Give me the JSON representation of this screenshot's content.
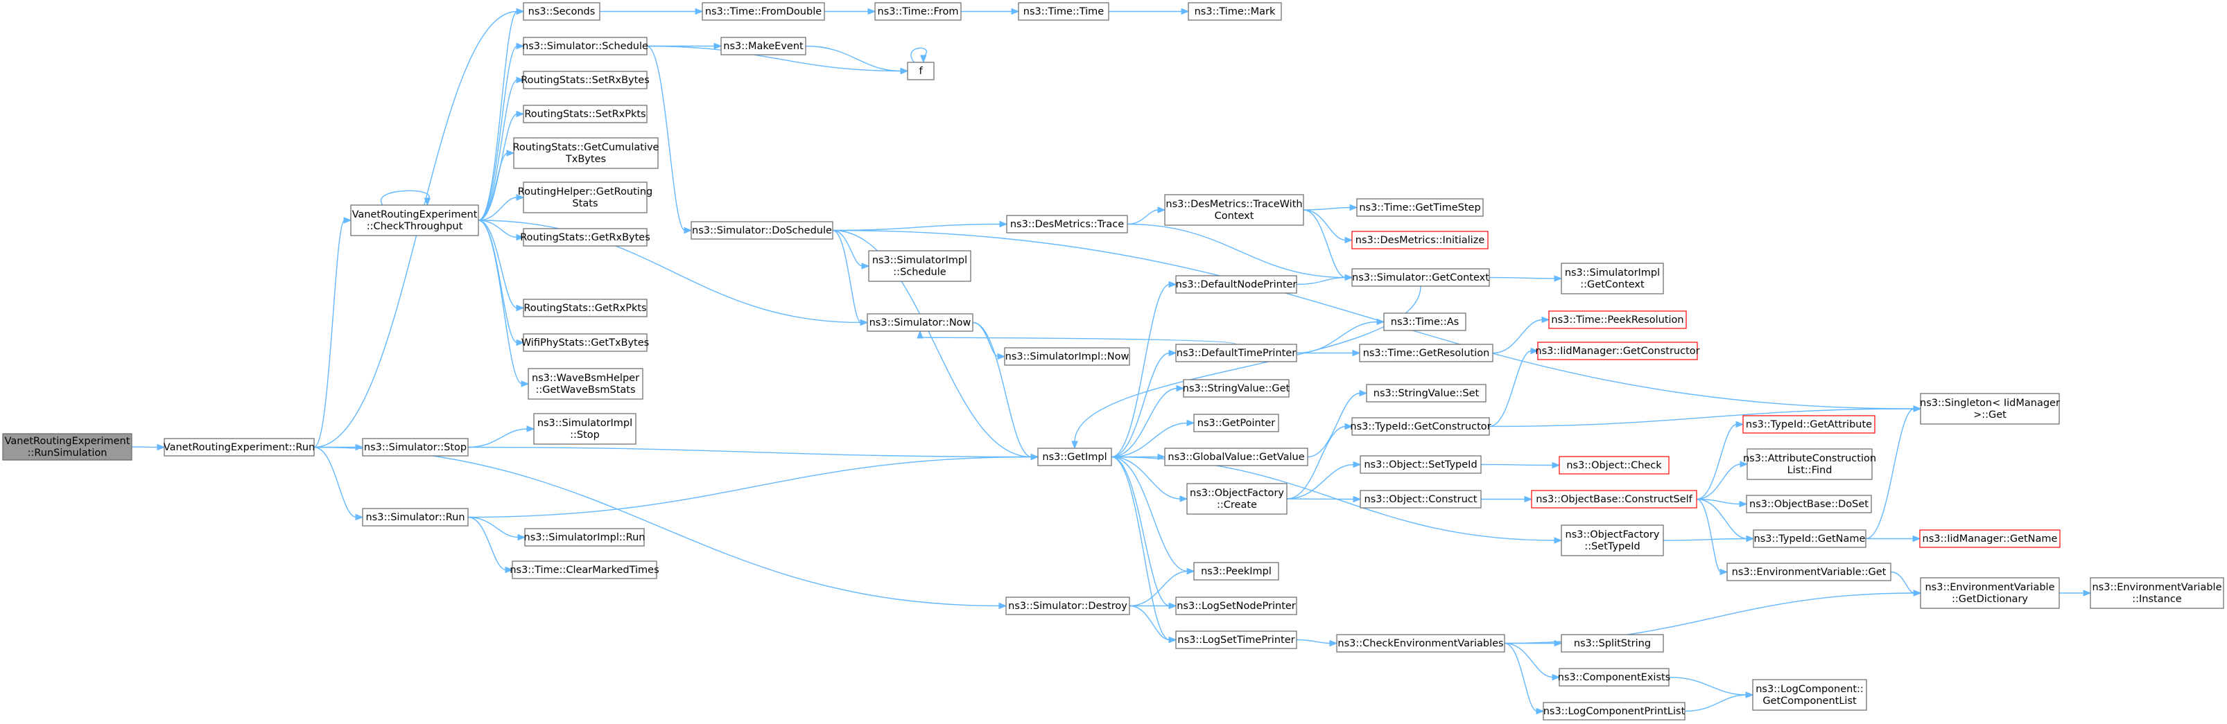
{
  "colors": {
    "edge": "#63b8ff",
    "box_border": "#666666",
    "box_fill": "#ffffff",
    "root_fill": "#999999",
    "root_border": "#666666",
    "missing_border": "#ff0000"
  },
  "nodes": [
    {
      "id": "root",
      "lines": [
        "VanetRoutingExperiment",
        "::RunSimulation"
      ],
      "style": "root"
    },
    {
      "id": "run",
      "lines": [
        "VanetRoutingExperiment::Run"
      ]
    },
    {
      "id": "checkThroughput",
      "lines": [
        "VanetRoutingExperiment",
        "::CheckThroughput"
      ]
    },
    {
      "id": "seconds",
      "lines": [
        "ns3::Seconds"
      ]
    },
    {
      "id": "schedule",
      "lines": [
        "ns3::Simulator::Schedule"
      ]
    },
    {
      "id": "setRxBytes",
      "lines": [
        "RoutingStats::SetRxBytes"
      ]
    },
    {
      "id": "setRxPkts",
      "lines": [
        "RoutingStats::SetRxPkts"
      ]
    },
    {
      "id": "getCumTx",
      "lines": [
        "RoutingStats::GetCumulative",
        "TxBytes"
      ]
    },
    {
      "id": "getRoutingStats",
      "lines": [
        "RoutingHelper::GetRouting",
        "Stats"
      ]
    },
    {
      "id": "getRxBytes",
      "lines": [
        "RoutingStats::GetRxBytes"
      ]
    },
    {
      "id": "getRxPkts",
      "lines": [
        "RoutingStats::GetRxPkts"
      ]
    },
    {
      "id": "getTxBytes",
      "lines": [
        "WifiPhyStats::GetTxBytes"
      ]
    },
    {
      "id": "getWaveBsm",
      "lines": [
        "ns3::WaveBsmHelper",
        "::GetWaveBsmStats"
      ]
    },
    {
      "id": "simStop",
      "lines": [
        "ns3::Simulator::Stop"
      ]
    },
    {
      "id": "implStop",
      "lines": [
        "ns3::SimulatorImpl",
        "::Stop"
      ]
    },
    {
      "id": "simRun",
      "lines": [
        "ns3::Simulator::Run"
      ]
    },
    {
      "id": "implRun",
      "lines": [
        "ns3::SimulatorImpl::Run"
      ]
    },
    {
      "id": "clearMarked",
      "lines": [
        "ns3::Time::ClearMarkedTimes"
      ]
    },
    {
      "id": "fromDouble",
      "lines": [
        "ns3::Time::FromDouble"
      ]
    },
    {
      "id": "timeFrom",
      "lines": [
        "ns3::Time::From"
      ]
    },
    {
      "id": "timeTime",
      "lines": [
        "ns3::Time::Time"
      ]
    },
    {
      "id": "timeMark",
      "lines": [
        "ns3::Time::Mark"
      ]
    },
    {
      "id": "makeEvent",
      "lines": [
        "ns3::MakeEvent"
      ]
    },
    {
      "id": "f",
      "lines": [
        "f"
      ]
    },
    {
      "id": "doSchedule",
      "lines": [
        "ns3::Simulator::DoSchedule"
      ]
    },
    {
      "id": "implSchedule",
      "lines": [
        "ns3::SimulatorImpl",
        "::Schedule"
      ]
    },
    {
      "id": "simNow",
      "lines": [
        "ns3::Simulator::Now"
      ]
    },
    {
      "id": "implNow",
      "lines": [
        "ns3::SimulatorImpl::Now"
      ]
    },
    {
      "id": "getImpl",
      "lines": [
        "ns3::GetImpl"
      ]
    },
    {
      "id": "simDestroy",
      "lines": [
        "ns3::Simulator::Destroy"
      ]
    },
    {
      "id": "desTrace",
      "lines": [
        "ns3::DesMetrics::Trace"
      ]
    },
    {
      "id": "traceWithContext",
      "lines": [
        "ns3::DesMetrics::TraceWith",
        "Context"
      ]
    },
    {
      "id": "getTimeStep",
      "lines": [
        "ns3::Time::GetTimeStep"
      ]
    },
    {
      "id": "desInit",
      "lines": [
        "ns3::DesMetrics::Initialize"
      ],
      "style": "missing"
    },
    {
      "id": "getContext",
      "lines": [
        "ns3::Simulator::GetContext"
      ]
    },
    {
      "id": "implGetContext",
      "lines": [
        "ns3::SimulatorImpl",
        "::GetContext"
      ]
    },
    {
      "id": "defaultNodePrinter",
      "lines": [
        "ns3::DefaultNodePrinter"
      ]
    },
    {
      "id": "defaultTimePrinter",
      "lines": [
        "ns3::DefaultTimePrinter"
      ]
    },
    {
      "id": "timeAs",
      "lines": [
        "ns3::Time::As"
      ]
    },
    {
      "id": "getResolution",
      "lines": [
        "ns3::Time::GetResolution"
      ]
    },
    {
      "id": "peekResolution",
      "lines": [
        "ns3::Time::PeekResolution"
      ],
      "style": "missing"
    },
    {
      "id": "iidGetConstructor",
      "lines": [
        "ns3::IidManager::GetConstructor"
      ],
      "style": "missing"
    },
    {
      "id": "stringValueGet",
      "lines": [
        "ns3::StringValue::Get"
      ]
    },
    {
      "id": "stringValueSet",
      "lines": [
        "ns3::StringValue::Set"
      ]
    },
    {
      "id": "getPointer",
      "lines": [
        "ns3::GetPointer"
      ]
    },
    {
      "id": "globalGetValue",
      "lines": [
        "ns3::GlobalValue::GetValue"
      ]
    },
    {
      "id": "typeIdGetConstructor",
      "lines": [
        "ns3::TypeId::GetConstructor"
      ]
    },
    {
      "id": "singletonGet",
      "lines": [
        "ns3::Singleton< IidManager",
        " >::Get"
      ]
    },
    {
      "id": "objFactoryCreate",
      "lines": [
        "ns3::ObjectFactory",
        "::Create"
      ]
    },
    {
      "id": "objSetTypeId",
      "lines": [
        "ns3::Object::SetTypeId"
      ]
    },
    {
      "id": "objCheck",
      "lines": [
        "ns3::Object::Check"
      ],
      "style": "missing"
    },
    {
      "id": "objConstruct",
      "lines": [
        "ns3::Object::Construct"
      ]
    },
    {
      "id": "constructSelf",
      "lines": [
        "ns3::ObjectBase::ConstructSelf"
      ],
      "style": "missing"
    },
    {
      "id": "typeIdGetAttribute",
      "lines": [
        "ns3::TypeId::GetAttribute"
      ],
      "style": "missing"
    },
    {
      "id": "attrFind",
      "lines": [
        "ns3::AttributeConstruction",
        "List::Find"
      ]
    },
    {
      "id": "doSet",
      "lines": [
        "ns3::ObjectBase::DoSet"
      ]
    },
    {
      "id": "typeIdGetName",
      "lines": [
        "ns3::TypeId::GetName"
      ]
    },
    {
      "id": "iidGetName",
      "lines": [
        "ns3::IidManager::GetName"
      ],
      "style": "missing"
    },
    {
      "id": "objFactorySetTypeId",
      "lines": [
        "ns3::ObjectFactory",
        "::SetTypeId"
      ]
    },
    {
      "id": "envGet",
      "lines": [
        "ns3::EnvironmentVariable::Get"
      ]
    },
    {
      "id": "envGetDict",
      "lines": [
        "ns3::EnvironmentVariable",
        "::GetDictionary"
      ]
    },
    {
      "id": "envInstance",
      "lines": [
        "ns3::EnvironmentVariable",
        "::Instance"
      ]
    },
    {
      "id": "peekImpl",
      "lines": [
        "ns3::PeekImpl"
      ]
    },
    {
      "id": "logSetNodePrinter",
      "lines": [
        "ns3::LogSetNodePrinter"
      ]
    },
    {
      "id": "logSetTimePrinter",
      "lines": [
        "ns3::LogSetTimePrinter"
      ]
    },
    {
      "id": "checkEnvVars",
      "lines": [
        "ns3::CheckEnvironmentVariables"
      ]
    },
    {
      "id": "splitString",
      "lines": [
        "ns3::SplitString"
      ]
    },
    {
      "id": "componentExists",
      "lines": [
        "ns3::ComponentExists"
      ]
    },
    {
      "id": "logComponentPrintList",
      "lines": [
        "ns3::LogComponentPrintList"
      ]
    },
    {
      "id": "getComponentList",
      "lines": [
        "ns3::LogComponent::",
        "GetComponentList"
      ]
    }
  ],
  "edges": [
    [
      "root",
      "run"
    ],
    [
      "run",
      "checkThroughput"
    ],
    [
      "run",
      "seconds"
    ],
    [
      "run",
      "simStop"
    ],
    [
      "run",
      "simRun"
    ],
    [
      "run",
      "simDestroy"
    ],
    [
      "checkThroughput",
      "checkThroughput"
    ],
    [
      "checkThroughput",
      "seconds"
    ],
    [
      "checkThroughput",
      "schedule"
    ],
    [
      "checkThroughput",
      "setRxBytes"
    ],
    [
      "checkThroughput",
      "setRxPkts"
    ],
    [
      "checkThroughput",
      "getCumTx"
    ],
    [
      "checkThroughput",
      "getRoutingStats"
    ],
    [
      "checkThroughput",
      "getRxBytes"
    ],
    [
      "checkThroughput",
      "getRxPkts"
    ],
    [
      "checkThroughput",
      "getTxBytes"
    ],
    [
      "checkThroughput",
      "getWaveBsm"
    ],
    [
      "checkThroughput",
      "simNow"
    ],
    [
      "seconds",
      "fromDouble"
    ],
    [
      "fromDouble",
      "timeFrom"
    ],
    [
      "timeFrom",
      "timeTime"
    ],
    [
      "timeTime",
      "timeMark"
    ],
    [
      "schedule",
      "makeEvent"
    ],
    [
      "schedule",
      "f"
    ],
    [
      "schedule",
      "doSchedule"
    ],
    [
      "makeEvent",
      "f"
    ],
    [
      "f",
      "f"
    ],
    [
      "simStop",
      "implStop"
    ],
    [
      "simStop",
      "getImpl"
    ],
    [
      "simRun",
      "implRun"
    ],
    [
      "simRun",
      "clearMarked"
    ],
    [
      "simRun",
      "getImpl"
    ],
    [
      "doSchedule",
      "implSchedule"
    ],
    [
      "doSchedule",
      "simNow"
    ],
    [
      "doSchedule",
      "desTrace"
    ],
    [
      "doSchedule",
      "getImpl"
    ],
    [
      "doSchedule",
      "singletonGet"
    ],
    [
      "simNow",
      "implNow"
    ],
    [
      "simNow",
      "getImpl"
    ],
    [
      "desTrace",
      "traceWithContext"
    ],
    [
      "desTrace",
      "getContext"
    ],
    [
      "traceWithContext",
      "getTimeStep"
    ],
    [
      "traceWithContext",
      "desInit"
    ],
    [
      "traceWithContext",
      "getContext"
    ],
    [
      "getContext",
      "implGetContext"
    ],
    [
      "getContext",
      "getImpl"
    ],
    [
      "getImpl",
      "defaultNodePrinter"
    ],
    [
      "getImpl",
      "defaultTimePrinter"
    ],
    [
      "getImpl",
      "stringValueGet"
    ],
    [
      "getImpl",
      "getPointer"
    ],
    [
      "getImpl",
      "globalGetValue"
    ],
    [
      "getImpl",
      "objFactoryCreate"
    ],
    [
      "getImpl",
      "objFactorySetTypeId"
    ],
    [
      "getImpl",
      "peekImpl"
    ],
    [
      "getImpl",
      "logSetNodePrinter"
    ],
    [
      "getImpl",
      "logSetTimePrinter"
    ],
    [
      "defaultNodePrinter",
      "getContext"
    ],
    [
      "defaultTimePrinter",
      "simNow"
    ],
    [
      "defaultTimePrinter",
      "timeAs"
    ],
    [
      "defaultTimePrinter",
      "getResolution"
    ],
    [
      "getResolution",
      "peekResolution"
    ],
    [
      "globalGetValue",
      "stringValueSet"
    ],
    [
      "objFactoryCreate",
      "typeIdGetConstructor"
    ],
    [
      "objFactoryCreate",
      "objSetTypeId"
    ],
    [
      "objFactoryCreate",
      "objConstruct"
    ],
    [
      "typeIdGetConstructor",
      "iidGetConstructor"
    ],
    [
      "typeIdGetConstructor",
      "singletonGet"
    ],
    [
      "objSetTypeId",
      "objCheck"
    ],
    [
      "objConstruct",
      "constructSelf"
    ],
    [
      "constructSelf",
      "typeIdGetAttribute"
    ],
    [
      "constructSelf",
      "attrFind"
    ],
    [
      "constructSelf",
      "doSet"
    ],
    [
      "constructSelf",
      "typeIdGetName"
    ],
    [
      "constructSelf",
      "envGet"
    ],
    [
      "typeIdGetName",
      "iidGetName"
    ],
    [
      "typeIdGetName",
      "singletonGet"
    ],
    [
      "objFactorySetTypeId",
      "typeIdGetName"
    ],
    [
      "envGet",
      "envGetDict"
    ],
    [
      "envGetDict",
      "envInstance"
    ],
    [
      "simDestroy",
      "peekImpl"
    ],
    [
      "simDestroy",
      "logSetNodePrinter"
    ],
    [
      "simDestroy",
      "logSetTimePrinter"
    ],
    [
      "logSetTimePrinter",
      "checkEnvVars"
    ],
    [
      "checkEnvVars",
      "splitString"
    ],
    [
      "checkEnvVars",
      "componentExists"
    ],
    [
      "checkEnvVars",
      "logComponentPrintList"
    ],
    [
      "checkEnvVars",
      "envGetDict"
    ],
    [
      "componentExists",
      "getComponentList"
    ],
    [
      "logComponentPrintList",
      "getComponentList"
    ]
  ]
}
